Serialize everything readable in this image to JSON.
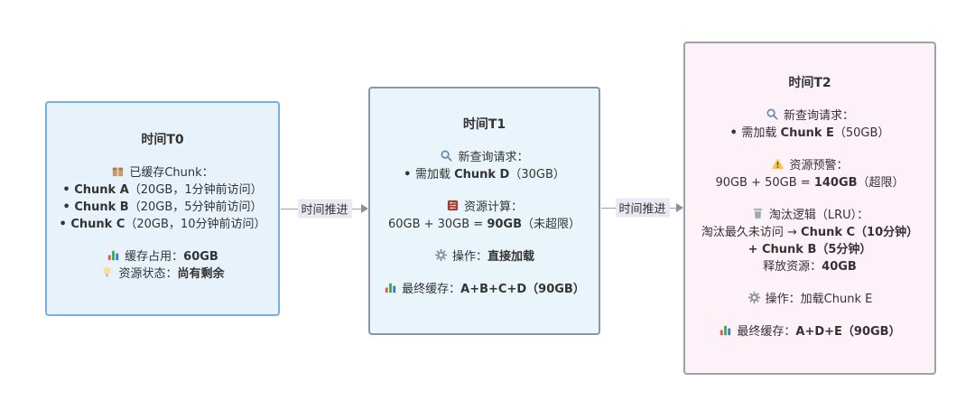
{
  "palette": {
    "page_bg": "#ffffff",
    "t0_fill": "#e7f2fa",
    "t0_border": "#74b2dd",
    "t1_fill": "#eaf4fb",
    "t1_border": "#8b95a6",
    "t2_fill": "#fdf2f8",
    "t2_border": "#9aa1ad",
    "arrow_line": "#9aa0a8",
    "arrow_label_bg": "#e9e9f6",
    "text": "#333333"
  },
  "icons": {
    "package-icon": "📦",
    "bar-chart-icon": "📊",
    "bulb-icon": "💡",
    "search-icon": "🔍",
    "abacus-icon": "🧮",
    "gear-icon": "⚙️",
    "warning-icon": "⚠️",
    "trash-icon": "🗑️"
  },
  "arrows": [
    {
      "label": "时间推进"
    },
    {
      "label": "时间推进"
    }
  ],
  "boxes": [
    {
      "title": "时间T0",
      "lines": [
        {
          "icon": "package-icon",
          "segments": [
            {
              "t": "已缓存Chunk："
            }
          ]
        },
        {
          "segments": [
            {
              "t": "• ",
              "b": true
            },
            {
              "t": "Chunk A",
              "b": true
            },
            {
              "t": "（20GB，1分钟前访问）"
            }
          ]
        },
        {
          "segments": [
            {
              "t": "• ",
              "b": true
            },
            {
              "t": "Chunk B",
              "b": true
            },
            {
              "t": "（20GB，5分钟前访问）"
            }
          ]
        },
        {
          "segments": [
            {
              "t": "• ",
              "b": true
            },
            {
              "t": "Chunk C",
              "b": true
            },
            {
              "t": "（20GB，10分钟前访问）"
            }
          ]
        },
        {
          "icon": "bar-chart-icon",
          "segments": [
            {
              "t": "缓存占用："
            },
            {
              "t": "60GB",
              "b": true
            }
          ]
        },
        {
          "icon": "bulb-icon",
          "segments": [
            {
              "t": "资源状态："
            },
            {
              "t": "尚有剩余",
              "b": true
            }
          ]
        }
      ]
    },
    {
      "title": "时间T1",
      "lines": [
        {
          "icon": "search-icon",
          "segments": [
            {
              "t": "新查询请求："
            }
          ]
        },
        {
          "segments": [
            {
              "t": "• ",
              "b": true
            },
            {
              "t": "需加载 "
            },
            {
              "t": "Chunk D",
              "b": true
            },
            {
              "t": "（30GB）"
            }
          ]
        },
        {
          "icon": "abacus-icon",
          "segments": [
            {
              "t": "资源计算："
            }
          ]
        },
        {
          "segments": [
            {
              "t": "60GB + 30GB = "
            },
            {
              "t": "90GB",
              "b": true
            },
            {
              "t": "（未超限）"
            }
          ]
        },
        {
          "icon": "gear-icon",
          "segments": [
            {
              "t": "操作："
            },
            {
              "t": "直接加载",
              "b": true
            }
          ]
        },
        {
          "icon": "bar-chart-icon",
          "segments": [
            {
              "t": "最终缓存："
            },
            {
              "t": "A+B+C+D（90GB）",
              "b": true
            }
          ]
        }
      ]
    },
    {
      "title": "时间T2",
      "lines": [
        {
          "icon": "search-icon",
          "segments": [
            {
              "t": "新查询请求："
            }
          ]
        },
        {
          "segments": [
            {
              "t": "• ",
              "b": true
            },
            {
              "t": "需加载 "
            },
            {
              "t": "Chunk E",
              "b": true
            },
            {
              "t": "（50GB）"
            }
          ]
        },
        {
          "icon": "warning-icon",
          "segments": [
            {
              "t": "资源预警："
            }
          ]
        },
        {
          "segments": [
            {
              "t": "90GB + 50GB = "
            },
            {
              "t": "140GB",
              "b": true
            },
            {
              "t": "（超限）"
            }
          ]
        },
        {
          "icon": "trash-icon",
          "segments": [
            {
              "t": "淘汰逻辑（LRU）："
            }
          ]
        },
        {
          "segments": [
            {
              "t": "淘汰最久未访问 → "
            },
            {
              "t": "Chunk C（10分钟） + Chunk B（5分钟）",
              "b": true
            }
          ]
        },
        {
          "segments": [
            {
              "t": "释放资源："
            },
            {
              "t": "40GB",
              "b": true
            }
          ]
        },
        {
          "icon": "gear-icon",
          "segments": [
            {
              "t": "操作："
            },
            {
              "t": "加载Chunk E"
            }
          ]
        },
        {
          "icon": "bar-chart-icon",
          "segments": [
            {
              "t": "最终缓存："
            },
            {
              "t": "A+D+E（90GB）",
              "b": true
            }
          ]
        }
      ]
    }
  ]
}
